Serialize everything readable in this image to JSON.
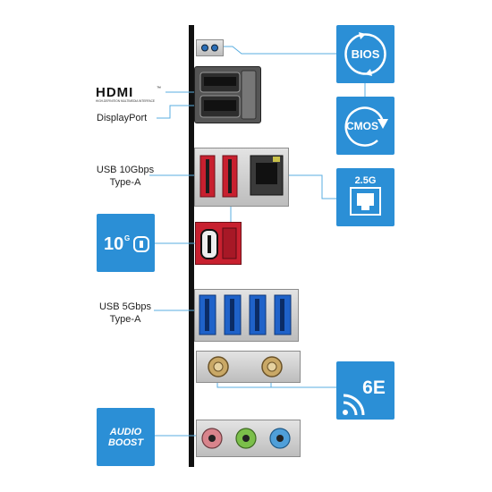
{
  "labels": {
    "displayport": "DisplayPort",
    "usb10": [
      "USB 10Gbps",
      "Type-A"
    ],
    "usb5": [
      "USB 5Gbps",
      "Type-A"
    ]
  },
  "logos": {
    "hdmi": "HDMI",
    "hdmi_tm": "™",
    "hdmi_tagline": "HIGH-DEFINITION MULTIMEDIA INTERFACE"
  },
  "badges": {
    "bios": "BIOS",
    "cmos": "CMOS",
    "lan_speed": "2.5G",
    "usbc_speed": "10",
    "usbc_sup": "G",
    "wifi": "6E",
    "audio": [
      "AUDIO",
      "BOOST"
    ]
  },
  "colors": {
    "tile_blue": "#2b8fd6",
    "leader_blue": "#5aaee0",
    "usb_red": "#c8202f",
    "usb_blue": "#1f62c9",
    "audio_pink": "#d8848c",
    "audio_green": "#7bbf4a",
    "audio_blue": "#4f9fd9"
  }
}
